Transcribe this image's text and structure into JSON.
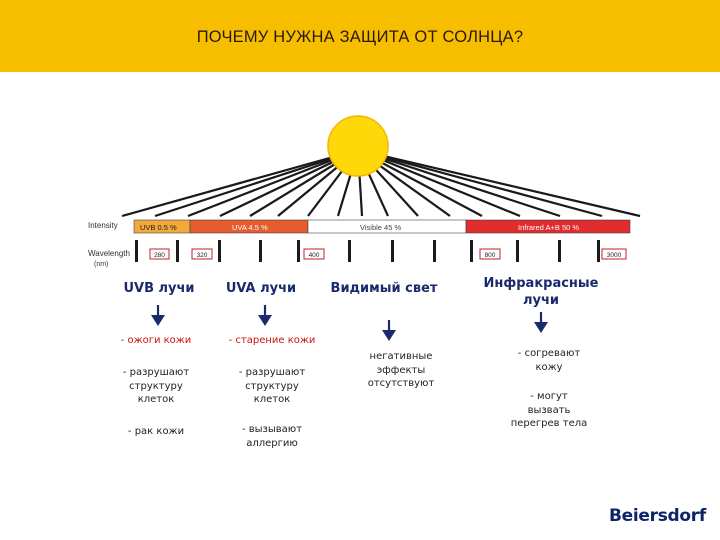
{
  "title": "ПОЧЕМУ НУЖНА ЗАЩИТА ОТ СОЛНЦА?",
  "scale": {
    "intensity_label": "Intensity",
    "wavelength_label": "Wavelength",
    "wavelength_unit": "(nm)",
    "segments": [
      {
        "label": "UVB 0.5 %",
        "color": "#f3a93a"
      },
      {
        "label": "UVA 4.5 %",
        "color": "#e55c2e"
      },
      {
        "label": "Visible 45 %",
        "color": "#ffffff"
      },
      {
        "label": "Infrared A+B 50 %",
        "color": "#e02c2c"
      }
    ],
    "wavelengths": [
      "280",
      "320",
      "400",
      "800",
      "3000"
    ]
  },
  "columns": [
    {
      "category": "UVB лучи",
      "effects": [
        "- ожоги кожи",
        "- разрушают\nструктуру\nклеток",
        "- рак кожи"
      ]
    },
    {
      "category": "UVA лучи",
      "effects": [
        "- старение кожи",
        "- разрушают\nструктуру\nклеток",
        "- вызывают\nаллергию"
      ]
    },
    {
      "category": "Видимый свет",
      "effects": [
        "негативные\nэффекты\nотсутствуют"
      ]
    },
    {
      "category": "Инфракрасные\nлучи",
      "effects": [
        "- согревают\nкожу",
        "- могут\nвызвать\nперегрев тела"
      ]
    }
  ],
  "colors": {
    "header": "#f7be00",
    "sun": "#ffd80a",
    "rays": "#1a1a1a",
    "arrow": "#1a2a6c",
    "accent_text": "#cc1111"
  },
  "logo": "Beiersdorf"
}
